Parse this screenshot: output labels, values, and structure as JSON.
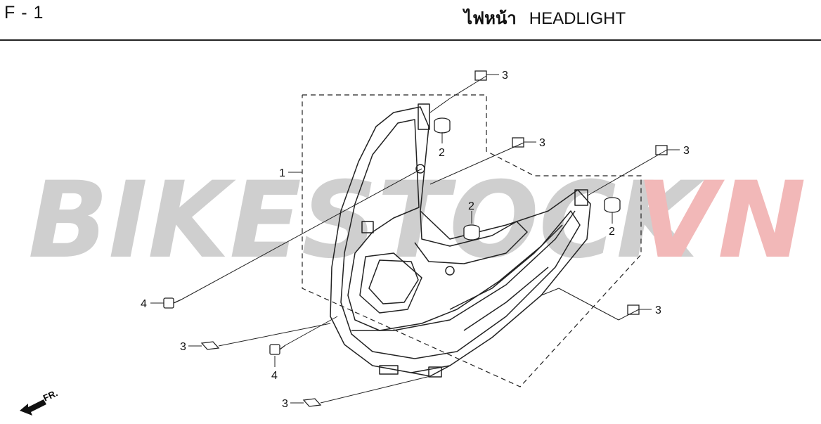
{
  "header": {
    "code": "F - 1",
    "title_thai": "ไฟหน้า",
    "title_en": "HEADLIGHT"
  },
  "watermark": {
    "part1": "BIKESTOCK",
    "part2": "VN",
    "color1": "#cfcfcf",
    "color2": "#f2b8b8"
  },
  "callouts": {
    "headlight_assy": "1",
    "rubber_mount": "2",
    "spring_nut": "3",
    "screw": "4"
  },
  "front_indicator": "FR."
}
